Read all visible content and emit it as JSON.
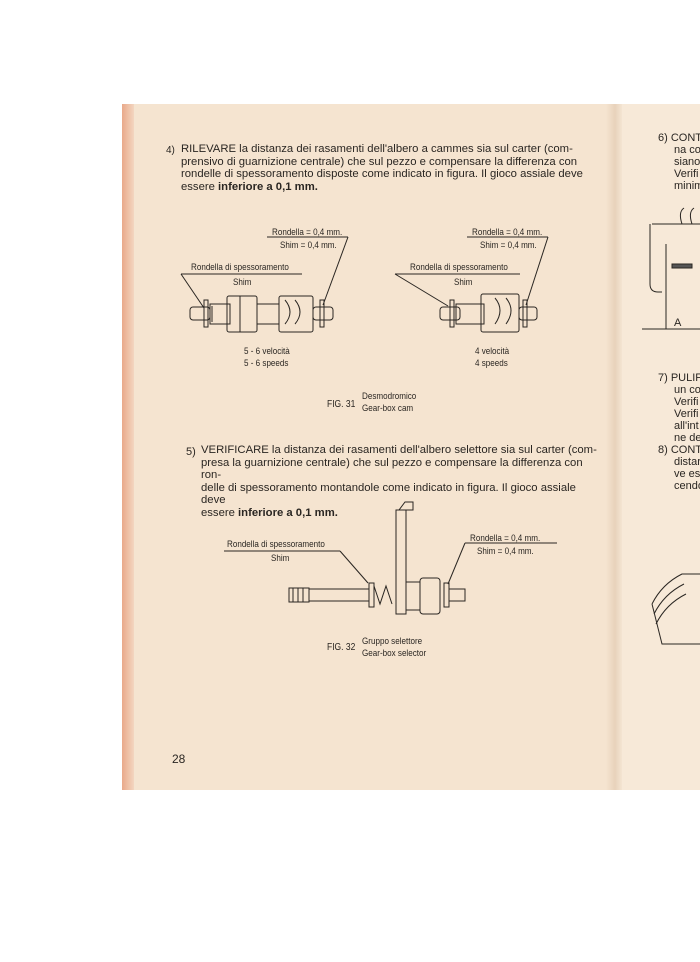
{
  "step4": {
    "number": "4)",
    "lead": "RILEVARE",
    "text_lines": [
      " la distanza dei rasamenti dell'albero a cammes sia sul carter (com-",
      "prensivo di guarnizione centrale) che sul pezzo e compensare la differenza con",
      "rondelle di spessoramento disposte come indicato in figura. Il gioco assiale deve",
      "essere "
    ],
    "bold_end": "inferiore a 0,1 mm."
  },
  "fig31": {
    "left": {
      "rondella": "Rondella = 0,4 mm.",
      "shim": "Shim = 0,4 mm.",
      "spessoramento": "Rondella di spessoramento",
      "shim2": "Shim",
      "caption_it": "5 - 6 velocità",
      "caption_en": "5 - 6 speeds"
    },
    "right": {
      "rondella": "Rondella = 0,4 mm.",
      "shim": "Shim = 0,4 mm.",
      "spessoramento": "Rondella di spessoramento",
      "shim2": "Shim",
      "caption_it": "4 velocità",
      "caption_en": "4 speeds"
    },
    "fig_label": "FIG. 31",
    "title_it": "Desmodromico",
    "title_en": "Gear-box cam"
  },
  "step5": {
    "number": "5)",
    "lead": "VERIFICARE",
    "text_lines": [
      " la distanza dei rasamenti dell'albero selettore sia sul carter (com-",
      "presa la guarnizione centrale) che sul pezzo e compensare la differenza con ron-",
      "delle di spessoramento montandole come indicato in figura. Il gioco assiale deve",
      "essere "
    ],
    "bold_end": "inferiore a 0,1 mm."
  },
  "fig32": {
    "spessoramento": "Rondella di spessoramento",
    "shim2": "Shim",
    "rondella": "Rondella = 0,4 mm.",
    "shim": "Shim = 0,4 mm.",
    "fig_label": "FIG. 32",
    "title_it": "Gruppo selettore",
    "title_en": "Gear-box selector"
  },
  "page_number": "28",
  "right_page": {
    "lines": [
      "6) CONT",
      "na co",
      "siano",
      "Verifi",
      "minim",
      "A",
      "7) PULIF",
      "un co",
      "Verifi",
      "Verifi",
      "all'int",
      "ne de",
      "8) CONT",
      "distar",
      "ve es",
      "cendo"
    ]
  }
}
